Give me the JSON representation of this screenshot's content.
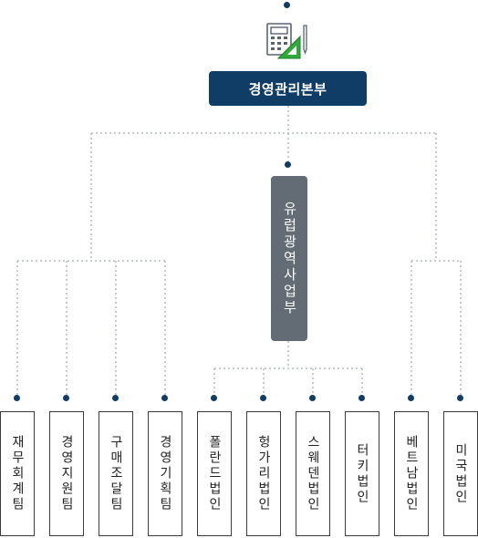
{
  "headquarters": {
    "label": "경영관리본부"
  },
  "division": {
    "label": "유럽광역사업부"
  },
  "left_units": [
    {
      "label": "재무회계팀"
    },
    {
      "label": "경영지원팀"
    },
    {
      "label": "구매조달팀"
    },
    {
      "label": "경영기획팀"
    }
  ],
  "division_units": [
    {
      "label": "폴란드법인"
    },
    {
      "label": "헝가리법인"
    },
    {
      "label": "스웨덴법인"
    },
    {
      "label": "터키법인"
    }
  ],
  "right_units": [
    {
      "label": "베트남법인"
    },
    {
      "label": "미국법인"
    }
  ],
  "icon": {
    "name": "calculator-ruler-icon",
    "colors": {
      "calculator": "#5a6470",
      "ruler": "#2eaa3a"
    }
  },
  "colors": {
    "primary": "#0f3d66",
    "division": "#636c75",
    "connector": "#a9b1ba"
  }
}
